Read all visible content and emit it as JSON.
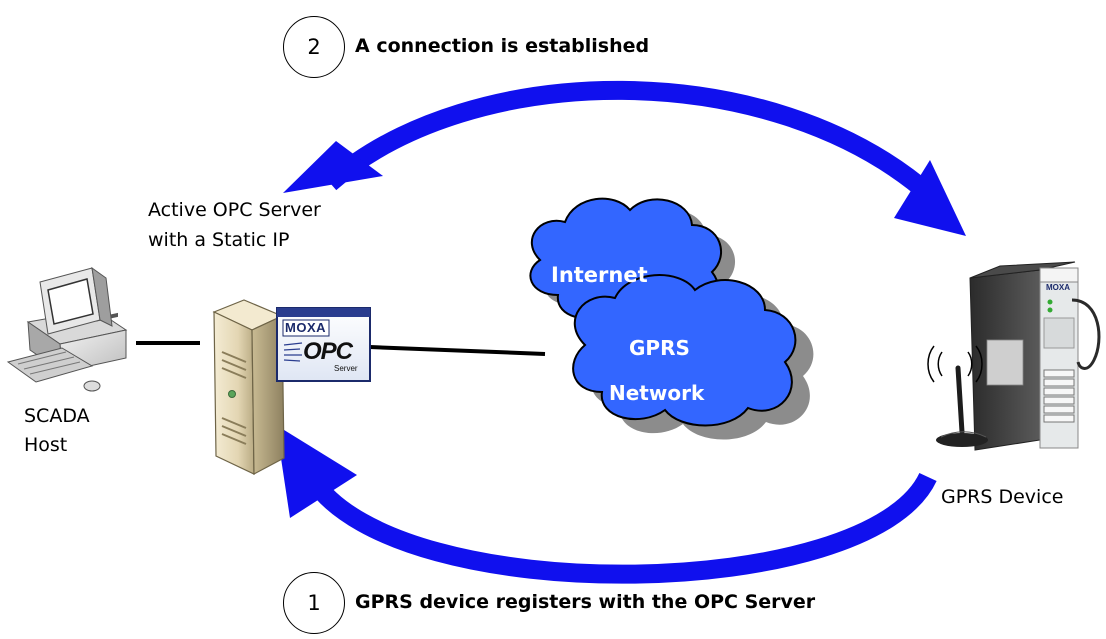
{
  "steps": [
    {
      "number": "2",
      "text": "A connection is established"
    },
    {
      "number": "1",
      "text": "GPRS device registers with the OPC Server"
    }
  ],
  "nodes": {
    "server_label_line1": "Active OPC Server",
    "server_label_line2": "with a Static IP",
    "scada_line1": "SCADA",
    "scada_line2": "Host",
    "device_label": "GPRS Device"
  },
  "clouds": {
    "internet": "Internet",
    "gprs_line1": "GPRS",
    "gprs_line2": "Network"
  },
  "logos": {
    "moxa_server_badge": "MOXA",
    "opc": "OPC",
    "opc_sub": "Server",
    "moxa_device": "MOXA"
  },
  "colors": {
    "arrow": "#1010ee",
    "cloud_fill": "#3366ff",
    "cloud_shadow": "#8c8c8c"
  }
}
